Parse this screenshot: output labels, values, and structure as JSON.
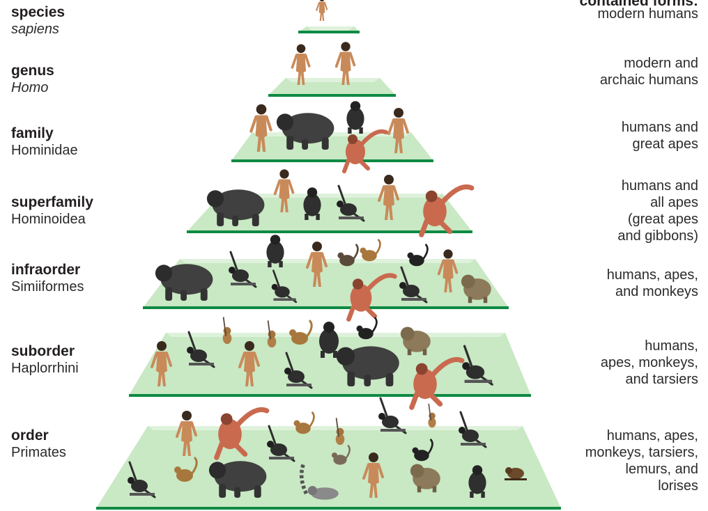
{
  "header": {
    "forms_title": "contained forms:"
  },
  "levels": [
    {
      "rank": "species",
      "taxon": "sapiens",
      "italic": true,
      "forms": [
        "modern humans"
      ]
    },
    {
      "rank": "genus",
      "taxon": "Homo",
      "italic": true,
      "forms": [
        "modern and",
        "archaic humans"
      ]
    },
    {
      "rank": "family",
      "taxon": "Hominidae",
      "italic": false,
      "forms": [
        "humans and",
        "great apes"
      ]
    },
    {
      "rank": "superfamily",
      "taxon": "Hominoidea",
      "italic": false,
      "forms": [
        "humans and",
        "all apes",
        "(great apes",
        "and gibbons)"
      ]
    },
    {
      "rank": "infraorder",
      "taxon": "Simiiformes",
      "italic": false,
      "forms": [
        "humans, apes,",
        "and monkeys"
      ]
    },
    {
      "rank": "suborder",
      "taxon": "Haplorrhini",
      "italic": false,
      "forms": [
        "humans,",
        "apes, monkeys,",
        "and tarsiers"
      ]
    },
    {
      "rank": "order",
      "taxon": "Primates",
      "italic": false,
      "forms": [
        "humans, apes,",
        "monkeys, tarsiers,",
        "lemurs, and",
        "lorises"
      ]
    }
  ],
  "colors": {
    "platform_fill": "#c9e8c4",
    "platform_top": "#e4f4e1",
    "platform_edge": "#0e8a43",
    "human": "#c98a5a",
    "ape_dark": "#3c3c3c",
    "orangutan": "#c96a4f",
    "monkey_brown": "#a8773d",
    "gibbon": "#2e2e2e"
  },
  "icons": [
    "human-figure-icon",
    "gorilla-icon",
    "chimpanzee-icon",
    "orangutan-icon",
    "gibbon-icon",
    "monkey-icon",
    "baboon-icon",
    "tarsier-icon",
    "lemur-icon",
    "loris-icon"
  ]
}
